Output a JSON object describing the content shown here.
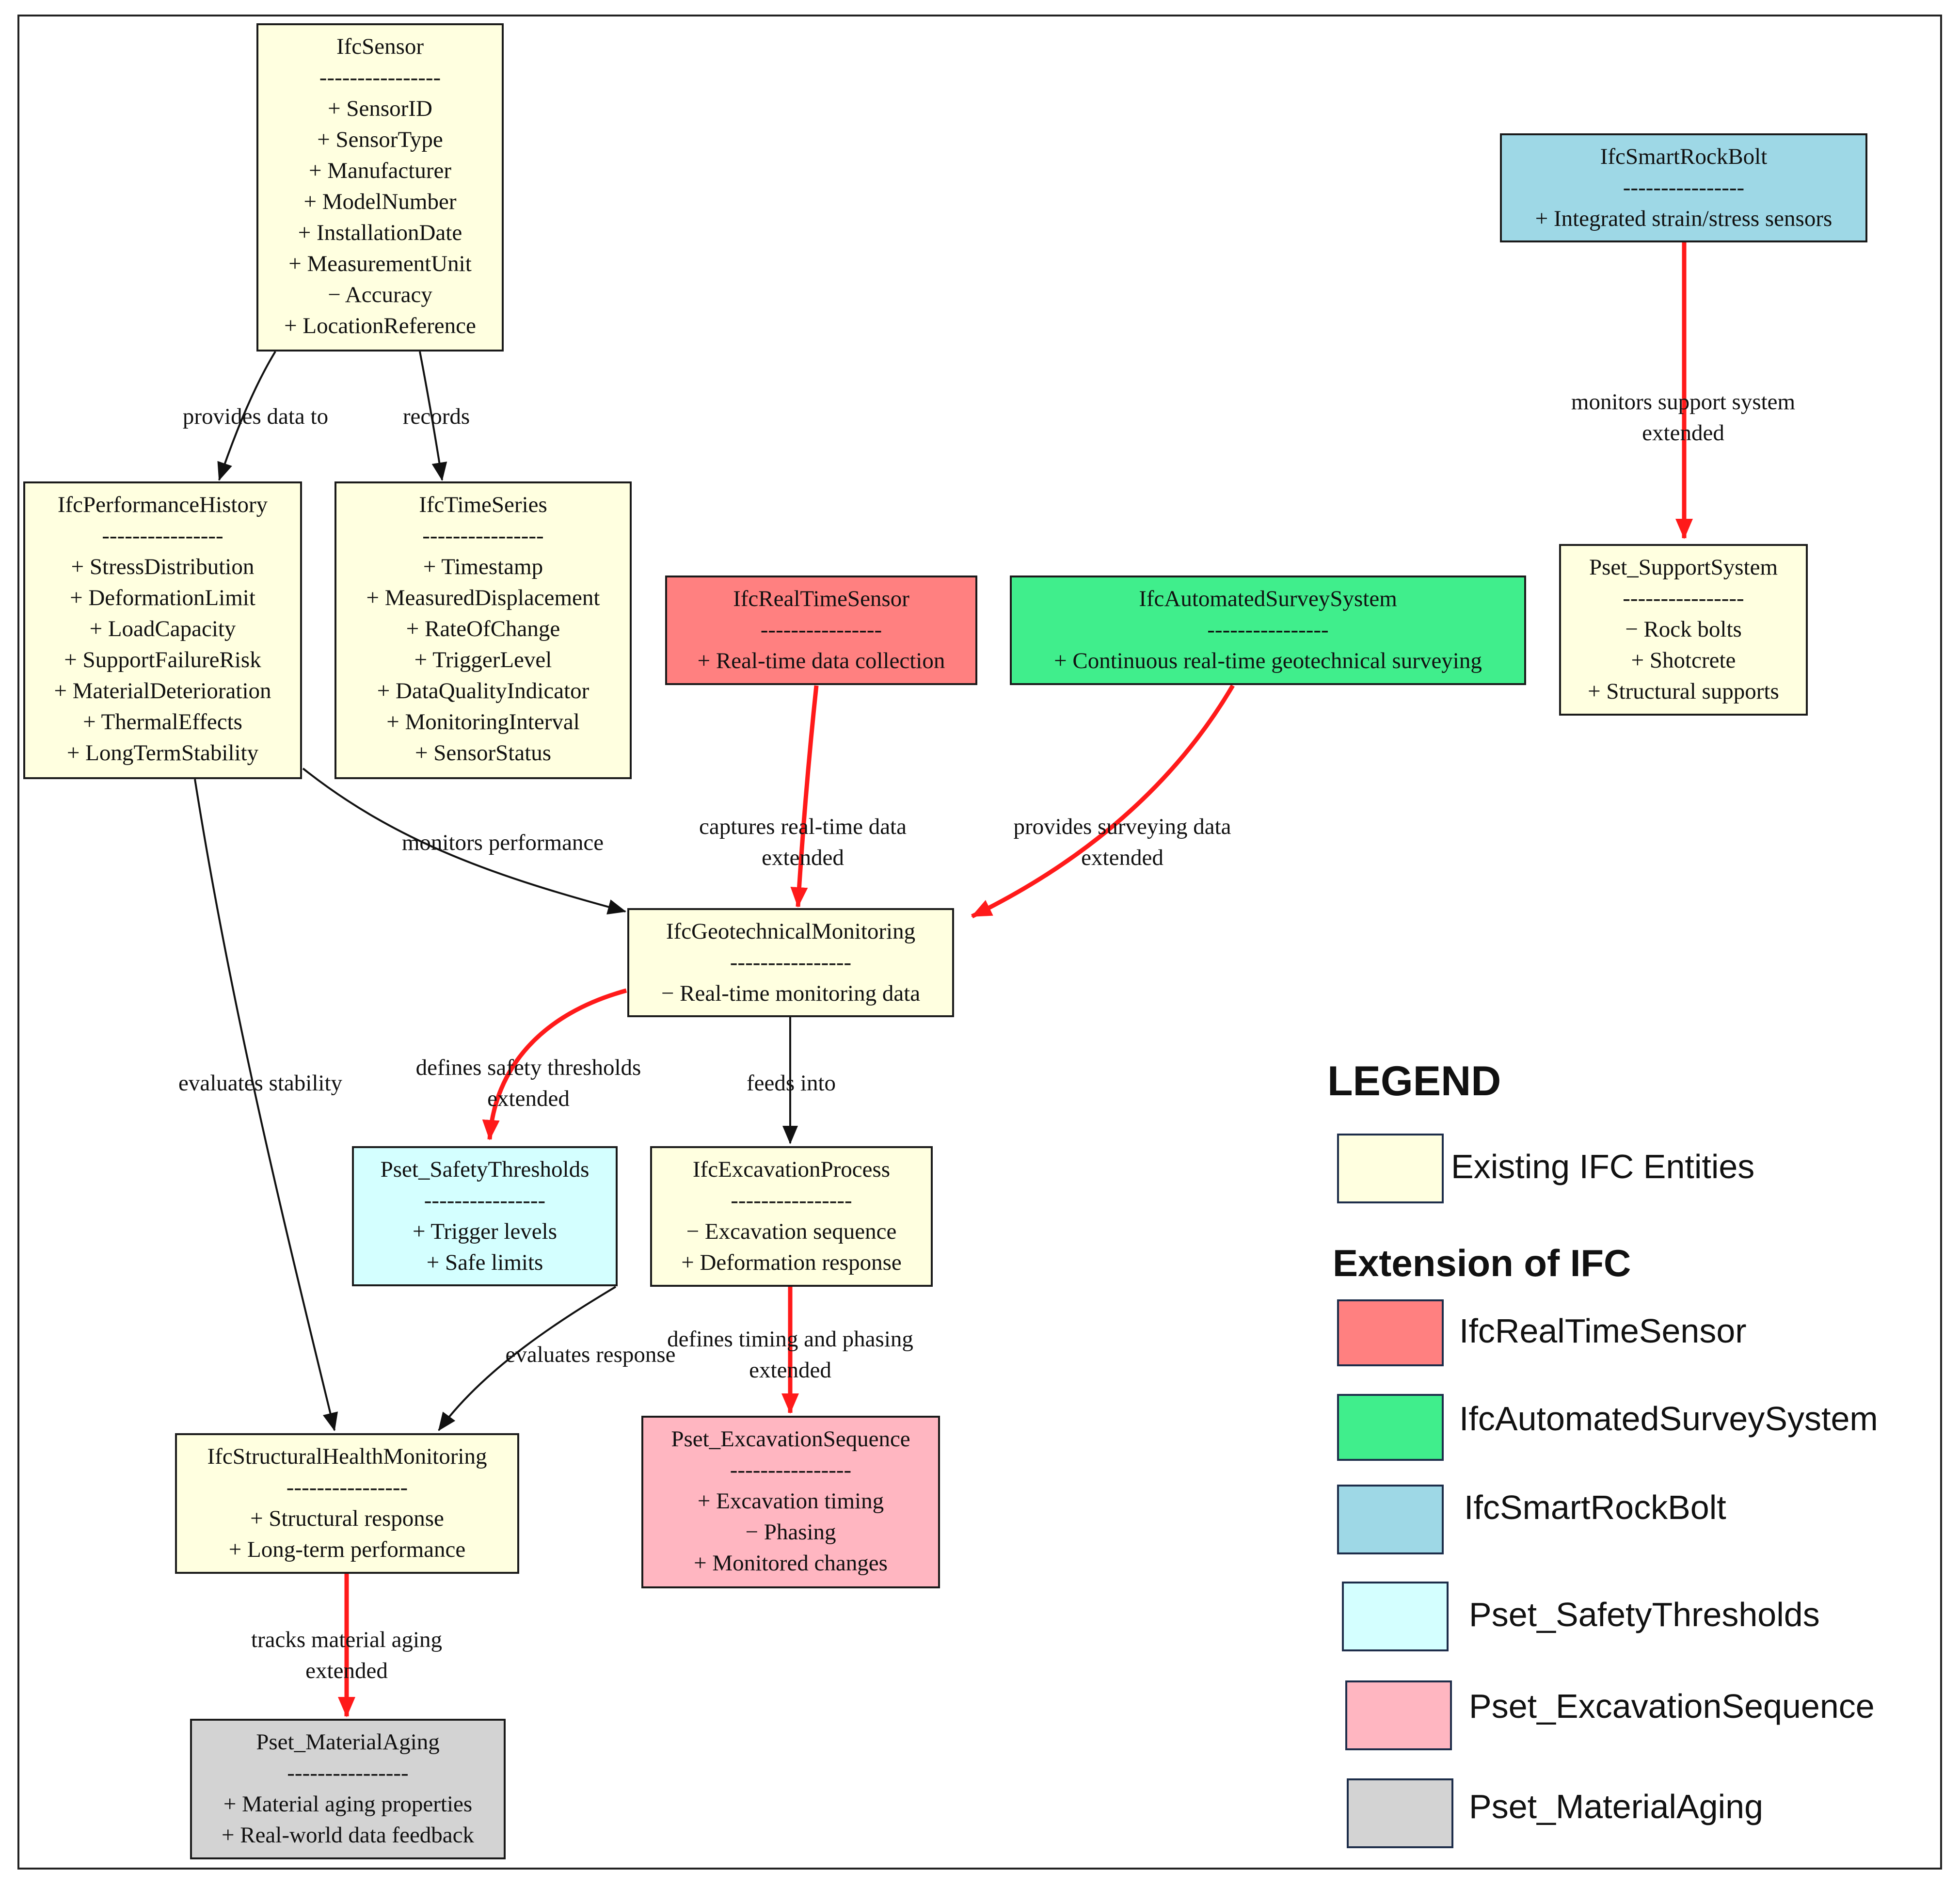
{
  "colors": {
    "existing": "#ffffe0",
    "real_time_sensor": "#ff8080",
    "automated_survey": "#40ee8c",
    "smart_rock_bolt": "#9ed8e6",
    "safety_thresholds": "#d4ffff",
    "excavation_sequence": "#ffb6c1",
    "material_aging": "#d3d3d3",
    "extended_edge": "#ff1a1a",
    "normal_edge": "#111111"
  },
  "nodes": {
    "ifc_sensor": {
      "title": "IfcSensor",
      "separator": "----------------",
      "attributes": [
        "+ SensorID",
        "+ SensorType",
        "+ Manufacturer",
        "+ ModelNumber",
        "+ InstallationDate",
        "+ MeasurementUnit",
        "− Accuracy",
        "+ LocationReference"
      ]
    },
    "ifc_performance_history": {
      "title": "IfcPerformanceHistory",
      "separator": "----------------",
      "attributes": [
        "+ StressDistribution",
        "+ DeformationLimit",
        "+ LoadCapacity",
        "+ SupportFailureRisk",
        "+ MaterialDeterioration",
        "+ ThermalEffects",
        "+ LongTermStability"
      ]
    },
    "ifc_time_series": {
      "title": "IfcTimeSeries",
      "separator": "----------------",
      "attributes": [
        "+ Timestamp",
        "+ MeasuredDisplacement",
        "+ RateOfChange",
        "+ TriggerLevel",
        "+ DataQualityIndicator",
        "+ MonitoringInterval",
        "+ SensorStatus"
      ]
    },
    "ifc_real_time_sensor": {
      "title": "IfcRealTimeSensor",
      "separator": "----------------",
      "attributes": [
        "+ Real-time data collection"
      ]
    },
    "ifc_automated_survey_system": {
      "title": "IfcAutomatedSurveySystem",
      "separator": "----------------",
      "attributes": [
        "+ Continuous real-time geotechnical surveying"
      ]
    },
    "ifc_smart_rock_bolt": {
      "title": "IfcSmartRockBolt",
      "separator": "----------------",
      "attributes": [
        "+ Integrated strain/stress sensors"
      ]
    },
    "pset_support_system": {
      "title": "Pset_SupportSystem",
      "separator": "----------------",
      "attributes": [
        "− Rock bolts",
        "+ Shotcrete",
        "+ Structural supports"
      ]
    },
    "ifc_geotechnical_monitoring": {
      "title": "IfcGeotechnicalMonitoring",
      "separator": "----------------",
      "attributes": [
        "− Real-time monitoring data"
      ]
    },
    "pset_safety_thresholds": {
      "title": "Pset_SafetyThresholds",
      "separator": "----------------",
      "attributes": [
        "+ Trigger levels",
        "+ Safe limits"
      ]
    },
    "ifc_excavation_process": {
      "title": "IfcExcavationProcess",
      "separator": "----------------",
      "attributes": [
        "− Excavation sequence",
        "+ Deformation response"
      ]
    },
    "ifc_structural_health_monitoring": {
      "title": "IfcStructuralHealthMonitoring",
      "separator": "----------------",
      "attributes": [
        "+ Structural response",
        "+ Long-term performance"
      ]
    },
    "pset_excavation_sequence": {
      "title": "Pset_ExcavationSequence",
      "separator": "----------------",
      "attributes": [
        "+ Excavation timing",
        "− Phasing",
        "+ Monitored changes"
      ]
    },
    "pset_material_aging": {
      "title": "Pset_MaterialAging",
      "separator": "----------------",
      "attributes": [
        "+ Material aging properties",
        "+ Real-world data feedback"
      ]
    }
  },
  "edges": {
    "provides_data_to": {
      "lines": [
        "provides data to"
      ]
    },
    "records": {
      "lines": [
        "records"
      ]
    },
    "monitors_performance": {
      "lines": [
        "monitors performance"
      ]
    },
    "captures_real_time_data": {
      "lines": [
        "captures real-time data",
        "extended"
      ]
    },
    "provides_surveying_data": {
      "lines": [
        "provides surveying data",
        "extended"
      ]
    },
    "monitors_support_system": {
      "lines": [
        "monitors support system",
        "extended"
      ]
    },
    "evaluates_stability": {
      "lines": [
        "evaluates stability"
      ]
    },
    "defines_safety_thresholds": {
      "lines": [
        "defines safety thresholds",
        "extended"
      ]
    },
    "feeds_into": {
      "lines": [
        "feeds into"
      ]
    },
    "evaluates_response": {
      "lines": [
        "evaluates response"
      ]
    },
    "defines_timing_and_phasing": {
      "lines": [
        "defines timing and phasing",
        "extended"
      ]
    },
    "tracks_material_aging": {
      "lines": [
        "tracks material aging",
        "extended"
      ]
    }
  },
  "legend": {
    "heading": "LEGEND",
    "existing_label": "Existing IFC Entities",
    "extension_heading": "Extension of IFC",
    "items": [
      "IfcRealTimeSensor",
      "IfcAutomatedSurveySystem",
      "IfcSmartRockBolt",
      "Pset_SafetyThresholds",
      "Pset_ExcavationSequence",
      "Pset_MaterialAging"
    ]
  }
}
